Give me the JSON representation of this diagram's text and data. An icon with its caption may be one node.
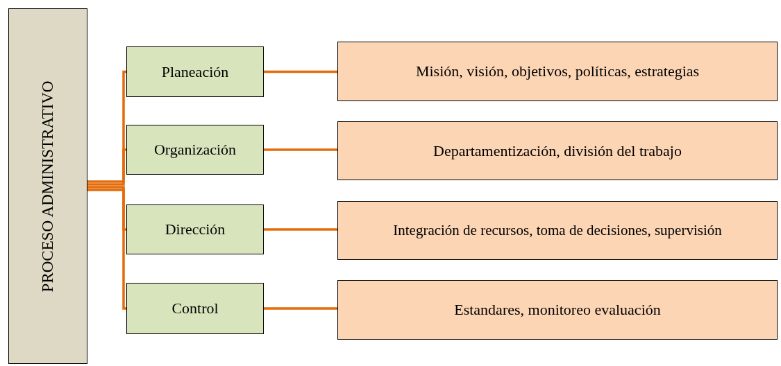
{
  "diagram": {
    "nodes": [
      {
        "text": [
          "PROCESO ADMINISTRATIVO"
        ]
      },
      {
        "text": [
          "Planeación"
        ]
      },
      {
        "text": [
          "Organización"
        ]
      },
      {
        "text": [
          "Dirección"
        ]
      },
      {
        "text": [
          "Control"
        ]
      },
      {
        "text": [
          "Misión, visión, objetivos, políticas, estrategias"
        ]
      },
      {
        "text": [
          "Departamentización, división del trabajo"
        ]
      },
      {
        "text": [
          "Integración de recursos, toma de decisiones, supervisión"
        ]
      },
      {
        "text": [
          "Estandares, monitoreo evaluación"
        ]
      }
    ],
    "edges": [
      {
        "from": 0,
        "to": 1,
        "arrow": "none"
      },
      {
        "from": 0,
        "to": 2,
        "arrow": "none"
      },
      {
        "from": 0,
        "to": 3,
        "arrow": "none"
      },
      {
        "from": 0,
        "to": 4,
        "arrow": "none"
      },
      {
        "from": 1,
        "to": 5,
        "arrow": "none"
      },
      {
        "from": 2,
        "to": 6,
        "arrow": "none"
      },
      {
        "from": 3,
        "to": 7,
        "arrow": "none"
      },
      {
        "from": 4,
        "to": 8,
        "arrow": "none"
      }
    ]
  }
}
